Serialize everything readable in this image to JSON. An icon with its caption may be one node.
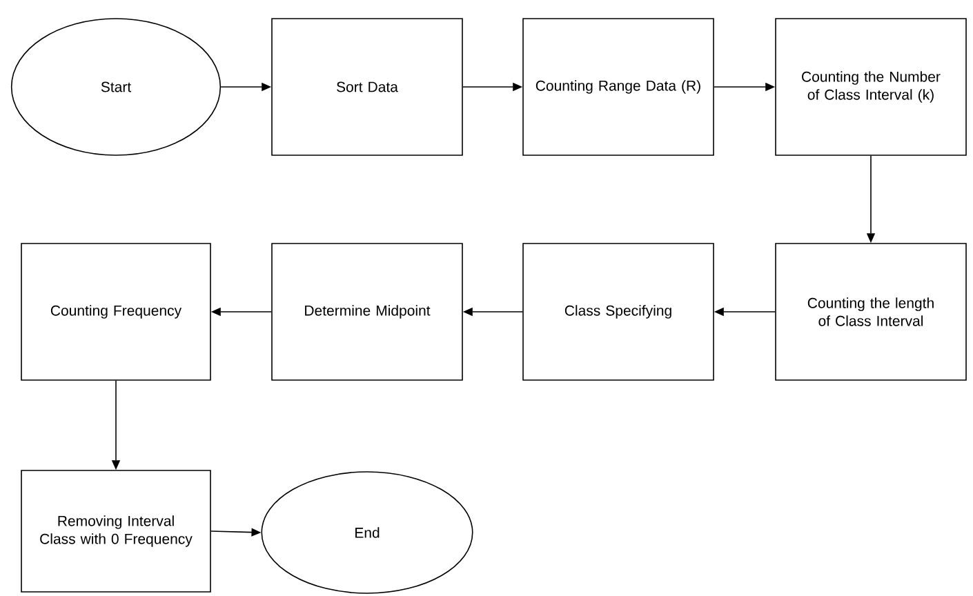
{
  "diagram": {
    "nodes": [
      {
        "text": [
          "Start"
        ]
      },
      {
        "text": [
          "Sort Data"
        ]
      },
      {
        "text": [
          "Counting Range Data (R)"
        ]
      },
      {
        "text": [
          "Counting the Number of Class Interval (k)"
        ]
      },
      {
        "text": [
          "Counting the length of Class Interval"
        ]
      },
      {
        "text": [
          "Class Specifying"
        ]
      },
      {
        "text": [
          "Determine Midpoint"
        ]
      },
      {
        "text": [
          "Counting Frequency"
        ]
      },
      {
        "text": [
          "Removing Interval Class with 0 Frequency"
        ]
      },
      {
        "text": [
          "End"
        ]
      }
    ],
    "edges": [
      {
        "from": 0,
        "to": 1,
        "arrow": "to"
      },
      {
        "from": 1,
        "to": 2,
        "arrow": "to"
      },
      {
        "from": 2,
        "to": 3,
        "arrow": "to"
      },
      {
        "from": 3,
        "to": 4,
        "arrow": "to"
      },
      {
        "from": 4,
        "to": 5,
        "arrow": "to"
      },
      {
        "from": 5,
        "to": 6,
        "arrow": "to"
      },
      {
        "from": 6,
        "to": 7,
        "arrow": "to"
      },
      {
        "from": 7,
        "to": 8,
        "arrow": "to"
      },
      {
        "from": 8,
        "to": 9,
        "arrow": "to"
      }
    ]
  }
}
